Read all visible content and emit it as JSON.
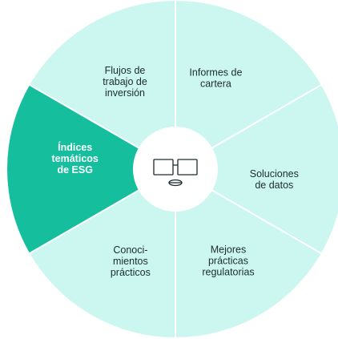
{
  "colors": {
    "segment_fill": "#ccf7f1",
    "segment_active_fill": "#15bf9e",
    "divider": "#ffffff",
    "hub_fill": "#ffffff",
    "icon_stroke": "#1c2b2e"
  },
  "segments": [
    {
      "id": "informes",
      "lines": [
        "Informes de",
        "cartera"
      ],
      "active": false
    },
    {
      "id": "soluciones",
      "lines": [
        "Soluciones",
        "de datos"
      ],
      "active": false
    },
    {
      "id": "mejores",
      "lines": [
        "Mejores",
        "prácticas",
        "regulatorias"
      ],
      "active": false
    },
    {
      "id": "conocimientos",
      "lines": [
        "Conoci-",
        "mientos",
        "prácticos"
      ],
      "active": false
    },
    {
      "id": "indices",
      "lines": [
        "Índices",
        "temáticos",
        "de ESG"
      ],
      "active": true
    },
    {
      "id": "flujos",
      "lines": [
        "Flujos de",
        "trabajo de",
        "inversión"
      ],
      "active": false
    }
  ],
  "hub": {
    "icon": "dual-monitor-icon"
  }
}
